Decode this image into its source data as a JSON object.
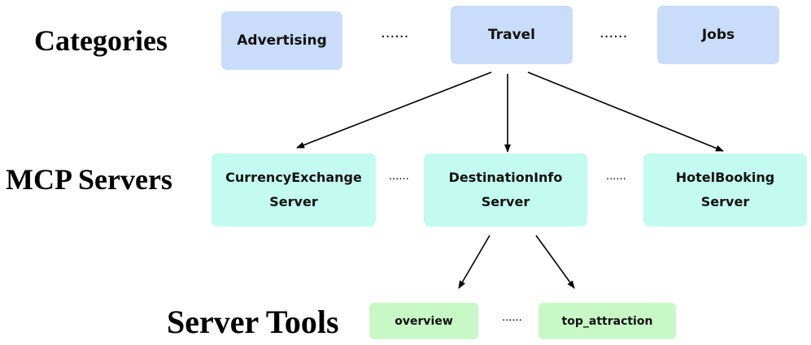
{
  "rows": {
    "categories_label": "Categories",
    "servers_label": "MCP Servers",
    "tools_label": "Server Tools"
  },
  "categories": [
    "Advertising",
    "Travel",
    "Jobs"
  ],
  "servers": [
    {
      "line1": "CurrencyExchange",
      "line2": "Server"
    },
    {
      "line1": "DestinationInfo",
      "line2": "Server"
    },
    {
      "line1": "HotelBooking",
      "line2": "Server"
    }
  ],
  "tools": [
    "overview",
    "top_attraction"
  ],
  "ellipsis": {
    "categories": "......",
    "servers": "......",
    "tools": "......"
  },
  "colors": {
    "category_fill": "#c9dcfa",
    "server_fill": "#c3fbf0",
    "tool_fill": "#c7f8c5",
    "arrow": "#000000"
  }
}
